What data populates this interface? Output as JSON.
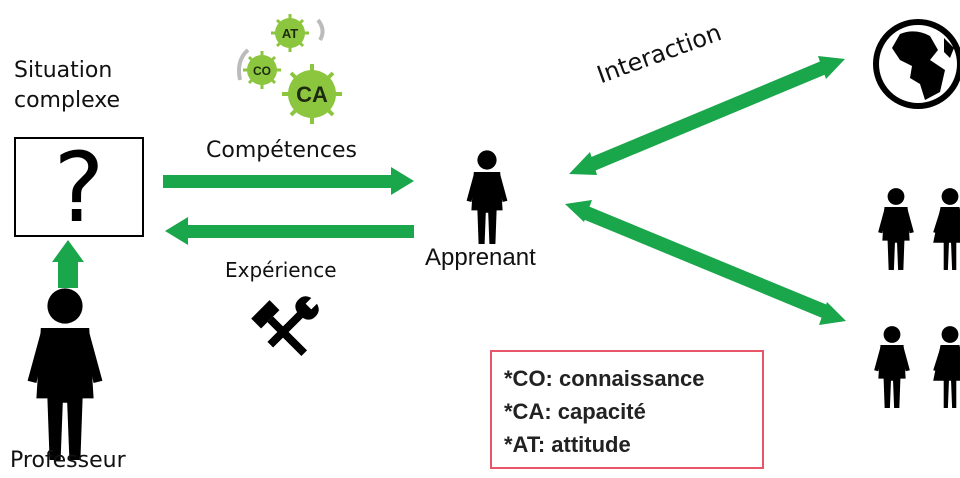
{
  "labels": {
    "situation_line1": "Situation",
    "situation_line2": "complexe",
    "question_mark": "?",
    "professeur": "Professeur",
    "competences": "Compétences",
    "experience": "Expérience",
    "apprenant": "Apprenant",
    "interaction": "Interaction"
  },
  "bubbles": {
    "at": "AT",
    "co": "CO",
    "ca": "CA"
  },
  "legend": {
    "items": [
      "*CO: connaissance",
      "*CA: capacité",
      "*AT: attitude"
    ]
  },
  "colors": {
    "arrow_green": "#1aa64a",
    "bubble_green": "#8cc63f",
    "legend_border": "#e8566a"
  },
  "icons": [
    "person-icon",
    "globe-icon",
    "tools-icon",
    "virus-bubble-icon"
  ]
}
